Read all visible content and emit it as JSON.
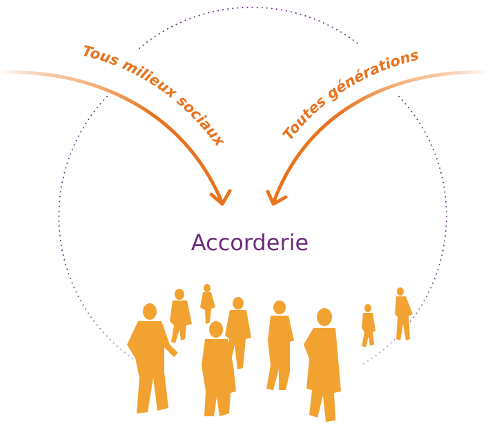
{
  "diagram": {
    "center_label": "Accorderie",
    "left_arrow_label": "Tous milieux sociaux",
    "right_arrow_label": "Toutes générations",
    "figures_icon": "walking-people-silhouettes-icon"
  },
  "colors": {
    "accent_orange": "#e8731e",
    "figure_orange": "#f2a230",
    "fade_orange": "#f6c89a",
    "circle_purple": "#6b2c7d",
    "center_text_purple": "#6b2c7d"
  }
}
